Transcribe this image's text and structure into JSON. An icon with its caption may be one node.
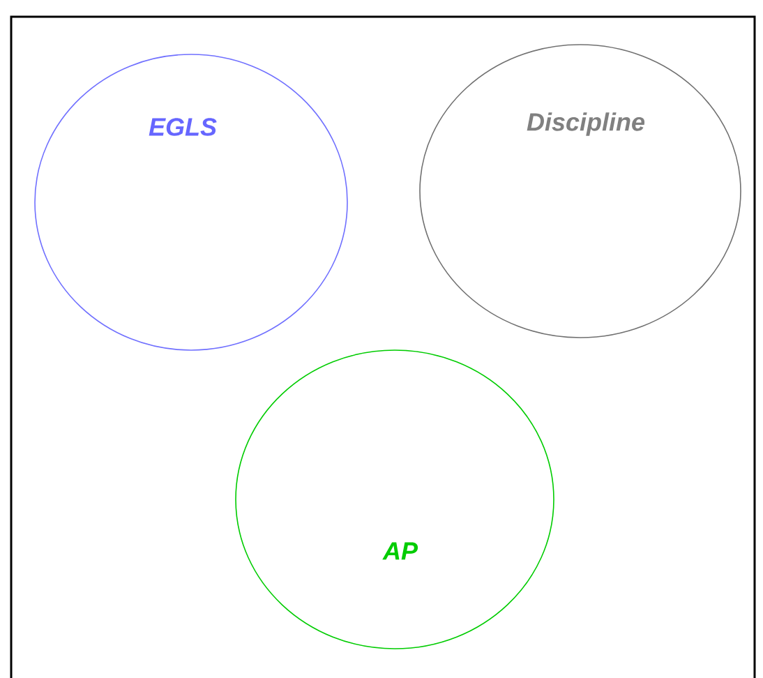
{
  "diagram": {
    "nodes": [
      {
        "text": [
          "EGLS"
        ]
      },
      {
        "text": [
          "Discipline"
        ]
      },
      {
        "text": [
          "AP"
        ]
      }
    ]
  }
}
